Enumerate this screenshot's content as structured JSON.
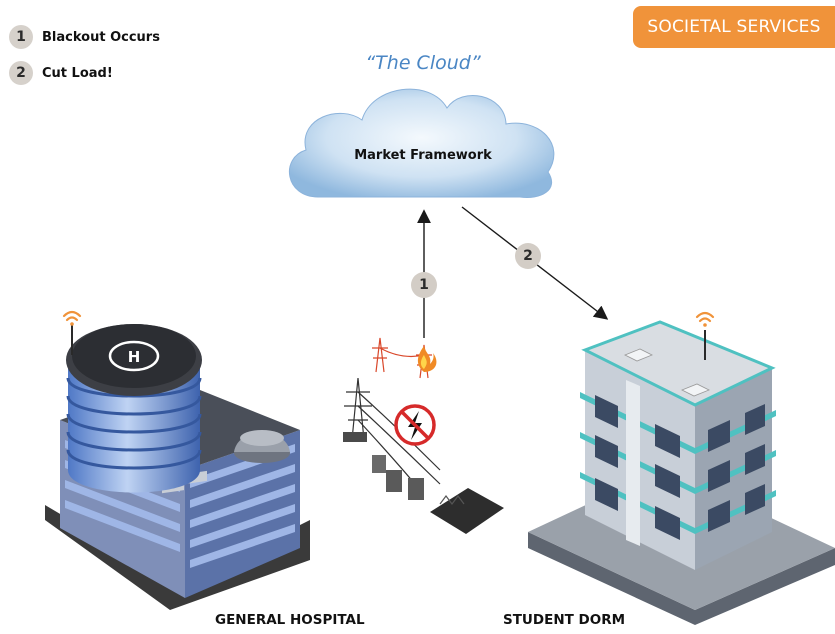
{
  "legend": {
    "items": [
      {
        "number": "1",
        "label": "Blackout Occurs"
      },
      {
        "number": "2",
        "label": "Cut Load!"
      }
    ]
  },
  "category_tag": "SOCIETAL SERVICES",
  "cloud": {
    "caption": "“The Cloud”",
    "label": "Market Framework"
  },
  "steps": [
    {
      "number": "1"
    },
    {
      "number": "2"
    }
  ],
  "buildings": {
    "hospital_label": "GENERAL HOSPITAL",
    "dorm_label": "STUDENT DORM",
    "helipad_letter": "H"
  },
  "icons": [
    "wifi-icon",
    "flame-icon",
    "no-power-icon",
    "helipad-icon"
  ],
  "colors": {
    "accent_orange": "#f0933a",
    "cloud_blue": "#a9cbe9",
    "caption_blue": "#4a86c4",
    "badge_gray": "#d6d1cb",
    "dorm_teal": "#4fc1c1"
  }
}
